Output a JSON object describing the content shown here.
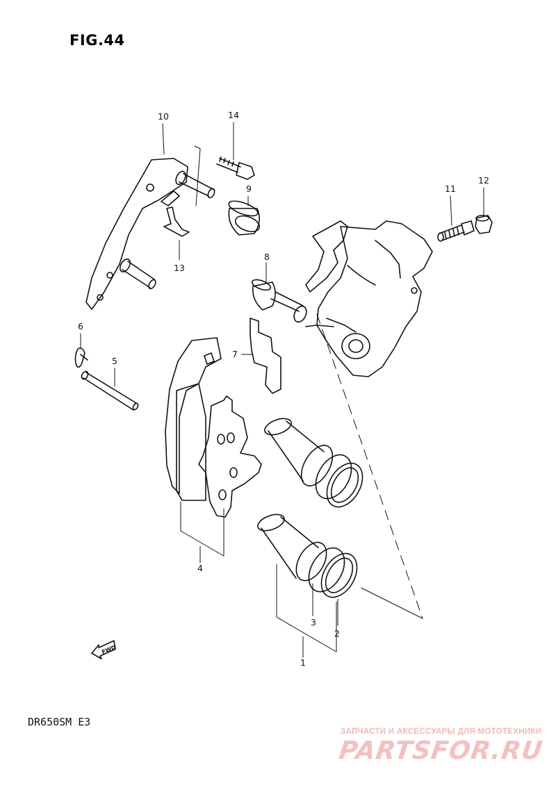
{
  "figure": {
    "title": "FIG.44",
    "model": "DR650SM E3",
    "fwd_label": "FWD"
  },
  "callouts": [
    "1",
    "2",
    "3",
    "4",
    "5",
    "6",
    "7",
    "8",
    "9",
    "10",
    "11",
    "12",
    "13",
    "14"
  ],
  "watermark": {
    "tagline": "ЗАПЧАСТИ И АКСЕССУАРЫ ДЛЯ МОТОТЕХНИКИ",
    "brand": "PARTSFOR.RU",
    "color": "#f2b8b8"
  }
}
